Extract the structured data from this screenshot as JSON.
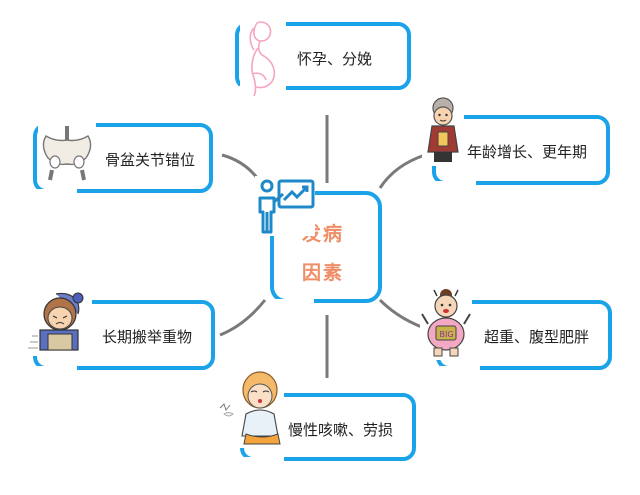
{
  "center": {
    "line1": "发病",
    "line2": "因素",
    "icon": "presentation-icon"
  },
  "factors": [
    {
      "id": "pregnancy",
      "label": "怀孕、分娩",
      "icon": "pregnant-woman-illustration"
    },
    {
      "id": "age",
      "label": "年龄增长、更年期",
      "icon": "elderly-woman-illustration"
    },
    {
      "id": "overweight",
      "label": "超重、腹型肥胖",
      "icon": "overweight-person-illustration"
    },
    {
      "id": "cough",
      "label": "慢性咳嗽、劳损",
      "icon": "coughing-girl-illustration"
    },
    {
      "id": "lifting",
      "label": "长期搬举重物",
      "icon": "person-lifting-box-illustration"
    },
    {
      "id": "pelvis",
      "label": "骨盆关节错位",
      "icon": "pelvis-bone-illustration"
    }
  ],
  "colors": {
    "border": "#1aa3e8",
    "center_text": "#ef8d66",
    "connector": "#7a7a7a",
    "icon": "#1e88c8"
  }
}
